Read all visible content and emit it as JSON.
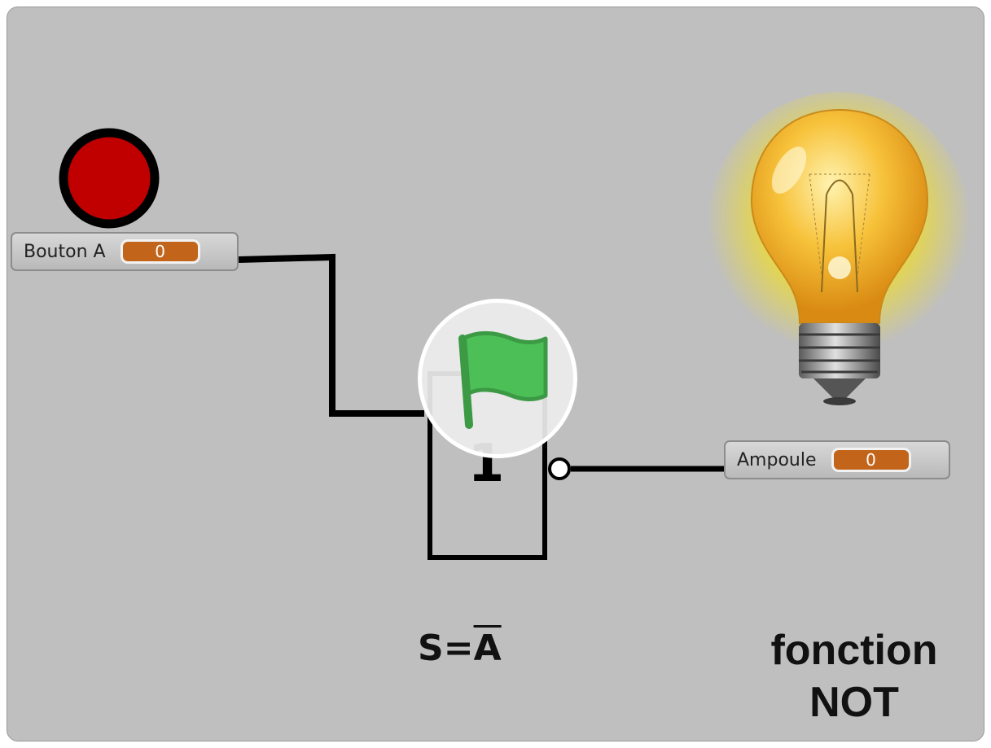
{
  "monitors": {
    "button_a": {
      "label": "Bouton A",
      "value": "0"
    },
    "ampoule": {
      "label": "Ampoule",
      "value": "0"
    }
  },
  "gate": {
    "symbol": "1"
  },
  "formula": {
    "prefix": "S=",
    "negated_var": "A"
  },
  "function_title": {
    "line1": "fonction",
    "line2": "NOT"
  },
  "colors": {
    "stage_bg": "#bfbfbf",
    "button_red": "#c00000",
    "monitor_value": "#c2651a",
    "flag_green": "#4cbf56",
    "bulb_glow": "#f6e01a"
  },
  "icons": [
    "red-button-icon",
    "green-flag-icon",
    "light-bulb-icon"
  ]
}
